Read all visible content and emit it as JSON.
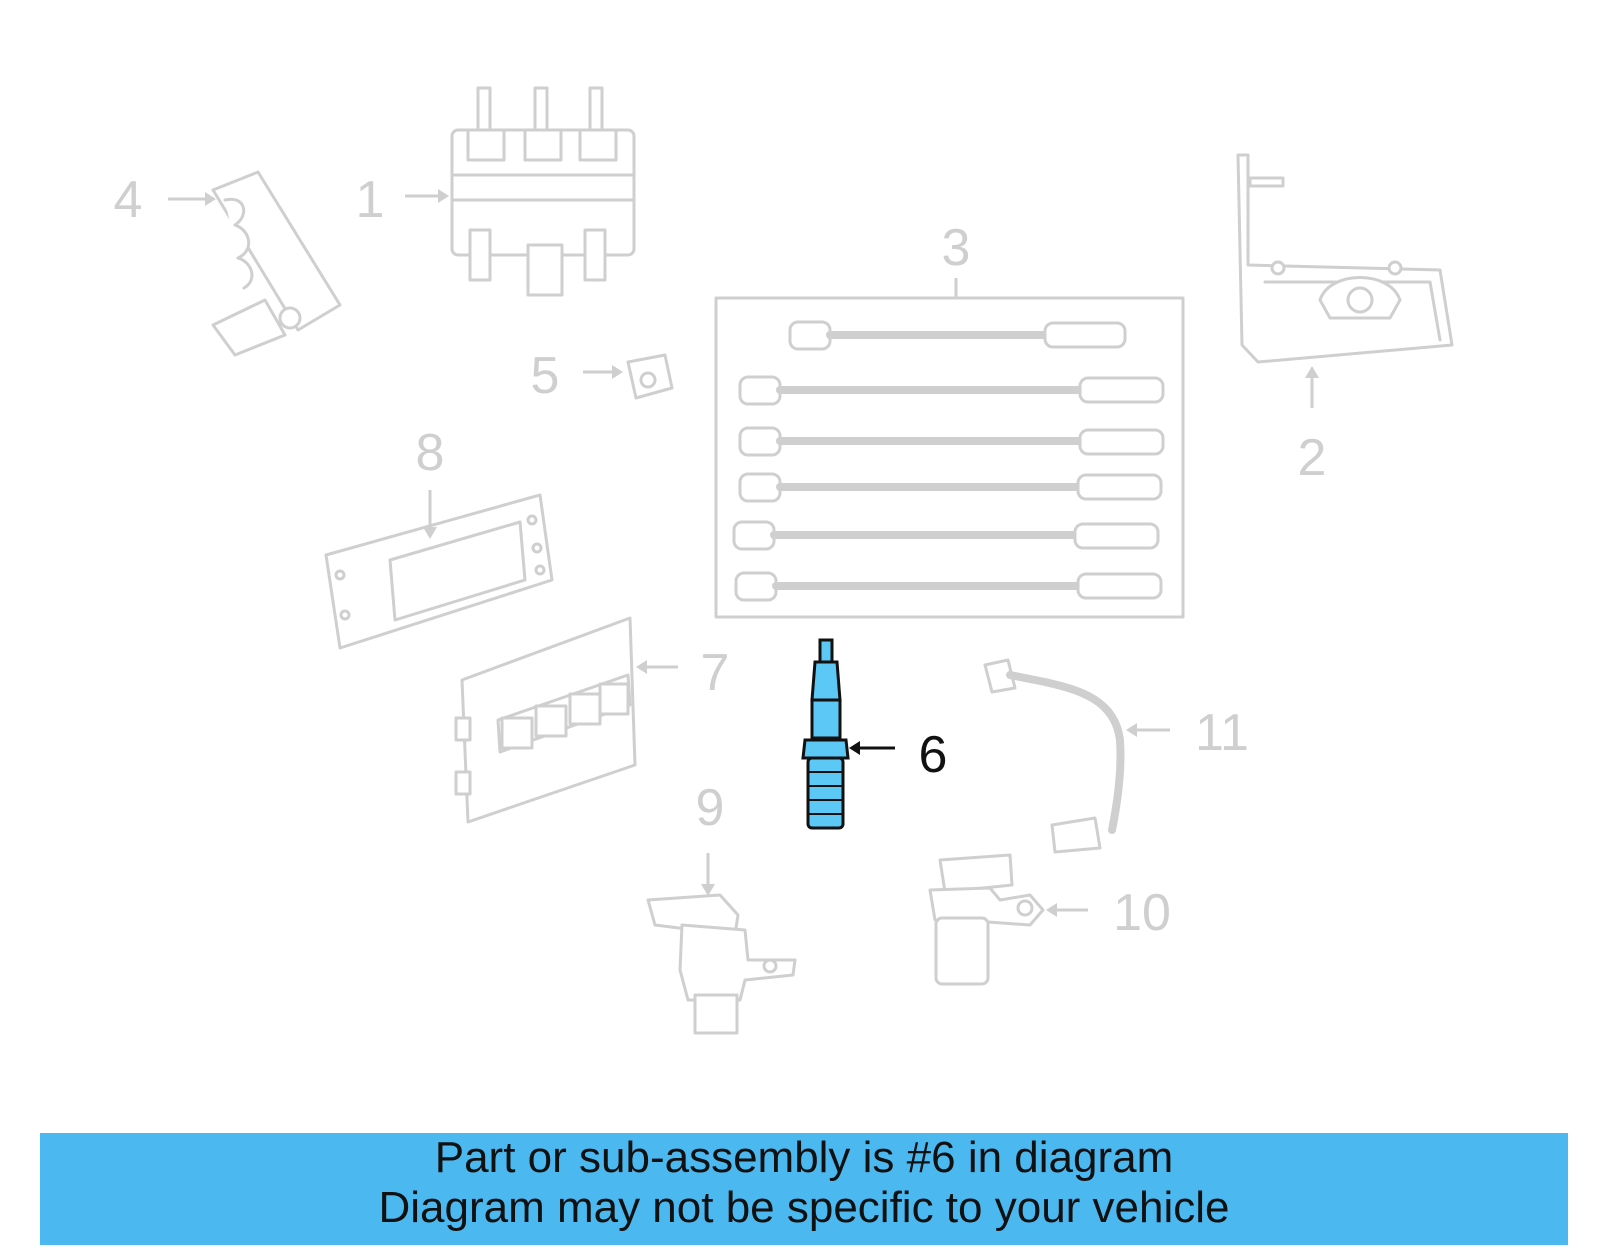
{
  "diagram": {
    "callouts": [
      {
        "id": "1",
        "label": "1",
        "highlighted": false
      },
      {
        "id": "2",
        "label": "2",
        "highlighted": false
      },
      {
        "id": "3",
        "label": "3",
        "highlighted": false
      },
      {
        "id": "4",
        "label": "4",
        "highlighted": false
      },
      {
        "id": "5",
        "label": "5",
        "highlighted": false
      },
      {
        "id": "6",
        "label": "6",
        "highlighted": true
      },
      {
        "id": "7",
        "label": "7",
        "highlighted": false
      },
      {
        "id": "8",
        "label": "8",
        "highlighted": false
      },
      {
        "id": "9",
        "label": "9",
        "highlighted": false
      },
      {
        "id": "10",
        "label": "10",
        "highlighted": false
      },
      {
        "id": "11",
        "label": "11",
        "highlighted": false
      }
    ],
    "colors": {
      "dimmed_part": "#cfcfcf",
      "highlight_fill": "#5bc8f5",
      "highlight_stroke": "#111111",
      "banner_bg": "#4cb8f0"
    }
  },
  "banner": {
    "line1": "Part or sub-assembly is #6 in diagram",
    "line2": "Diagram may not be specific to your vehicle"
  }
}
